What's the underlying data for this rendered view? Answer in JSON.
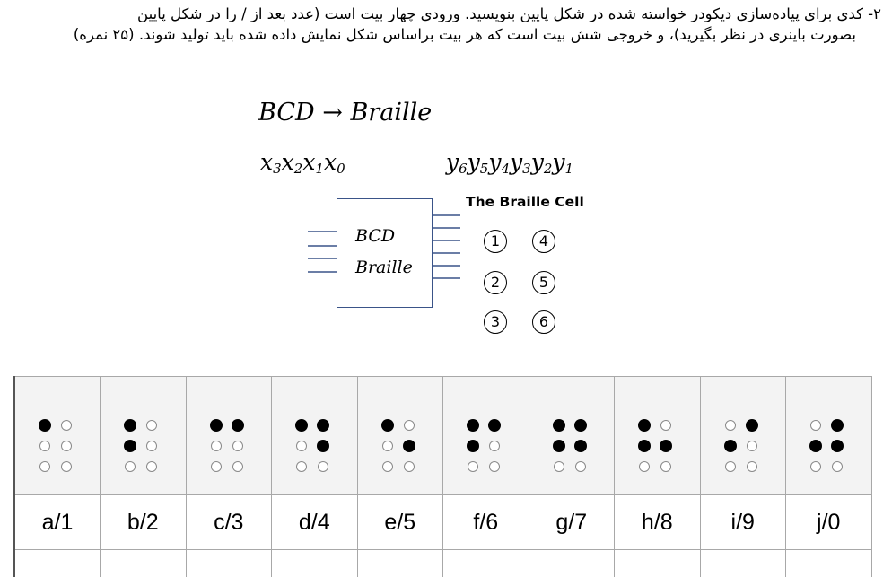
{
  "question": {
    "line1": "۲- کدی برای پیاده‌سازی دیکودر خواسته شده در شکل پایین بنویسید. ورودی چهار بیت است (عدد بعد از / را در شکل پایین",
    "line2": "بصورت باینری در نظر بگیرید)، و خروجی شش بیت است که هر بیت براساس شکل نمایش داده شده باید تولید شوند. (۲۵ نمره)"
  },
  "diagram": {
    "title_from": "BCD",
    "arrow": "→",
    "title_to": "Braille",
    "inputs": {
      "base": "x",
      "subscripts": [
        "3",
        "2",
        "1",
        "0"
      ]
    },
    "outputs": {
      "base": "y",
      "subscripts": [
        "6",
        "5",
        "4",
        "3",
        "2",
        "1"
      ]
    },
    "box_line1": "BCD",
    "box_line2": "Braille",
    "cell_title": "The Braille Cell",
    "cell_dots": [
      "1",
      "2",
      "3",
      "4",
      "5",
      "6"
    ]
  },
  "braille_table": {
    "cells": [
      {
        "label": "a/1",
        "dots": [
          1,
          0,
          0,
          0,
          0,
          0
        ]
      },
      {
        "label": "b/2",
        "dots": [
          1,
          0,
          1,
          0,
          0,
          0
        ]
      },
      {
        "label": "c/3",
        "dots": [
          1,
          1,
          0,
          0,
          0,
          0
        ]
      },
      {
        "label": "d/4",
        "dots": [
          1,
          1,
          0,
          1,
          0,
          0
        ]
      },
      {
        "label": "e/5",
        "dots": [
          1,
          0,
          0,
          1,
          0,
          0
        ]
      },
      {
        "label": "f/6",
        "dots": [
          1,
          1,
          1,
          0,
          0,
          0
        ]
      },
      {
        "label": "g/7",
        "dots": [
          1,
          1,
          1,
          1,
          0,
          0
        ]
      },
      {
        "label": "h/8",
        "dots": [
          1,
          0,
          1,
          1,
          0,
          0
        ]
      },
      {
        "label": "i/9",
        "dots": [
          0,
          1,
          1,
          0,
          0,
          0
        ]
      },
      {
        "label": "j/0",
        "dots": [
          0,
          1,
          1,
          1,
          0,
          0
        ]
      }
    ]
  }
}
